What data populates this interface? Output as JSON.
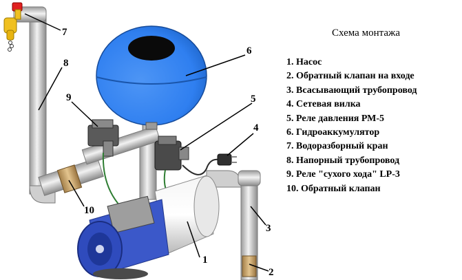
{
  "legend": {
    "title": "Схема монтажа",
    "items": [
      "1. Насос",
      "2. Обратный клапан на входе",
      "3. Всасывающий трубопровод",
      "4. Сетевая вилка",
      "5. Реле давления РМ-5",
      "6. Гидроаккумулятор",
      "7. Водоразборный кран",
      "8. Напорный трубопровод",
      "9. Реле \"сухого хода\" LP-3",
      "10. Обратный клапан"
    ]
  },
  "callouts": [
    "1",
    "2",
    "3",
    "4",
    "5",
    "6",
    "7",
    "8",
    "9",
    "10"
  ],
  "colors": {
    "tank": "#2f7ff0",
    "motor": "#3b58c9",
    "pipe": "#d0d0d0",
    "valve": "#c9a46a",
    "tap": "#f0c020",
    "tap_handle": "#e02020"
  }
}
